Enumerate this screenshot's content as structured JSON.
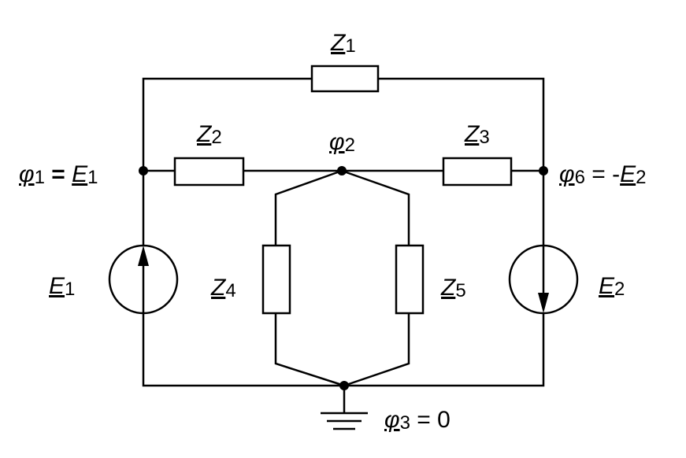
{
  "labels": {
    "z1": {
      "base": "Z",
      "sub": "1"
    },
    "z2": {
      "base": "Z",
      "sub": "2"
    },
    "z3": {
      "base": "Z",
      "sub": "3"
    },
    "z4": {
      "base": "Z",
      "sub": "4"
    },
    "z5": {
      "base": "Z",
      "sub": "5"
    },
    "phi1": {
      "base": "φ",
      "sub": "1",
      "rest": " = ",
      "rhs_base": "E",
      "rhs_sub": "1"
    },
    "phi2": {
      "base": "φ",
      "sub": "2"
    },
    "phi6": {
      "base": "φ",
      "sub": "6",
      "rest": " = -",
      "rhs_base": "E",
      "rhs_sub": "2"
    },
    "phi3": {
      "base": "φ",
      "sub": "3",
      "rest": " = 0"
    },
    "e1": {
      "base": "E",
      "sub": "1"
    },
    "e2": {
      "base": "E",
      "sub": "2"
    }
  }
}
